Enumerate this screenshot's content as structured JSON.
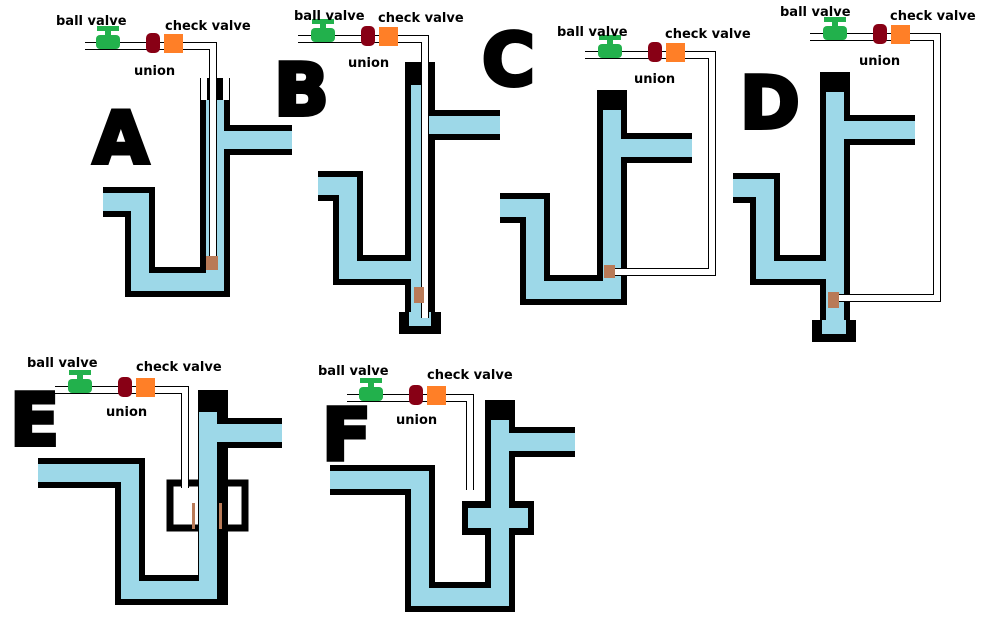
{
  "panels": [
    {
      "letter": "A",
      "ball_valve": "ball valve",
      "check_valve": "check valve",
      "union": "union"
    },
    {
      "letter": "B",
      "ball_valve": "ball valve",
      "check_valve": "check valve",
      "union": "union"
    },
    {
      "letter": "C",
      "ball_valve": "ball valve",
      "check_valve": "check valve",
      "union": "union"
    },
    {
      "letter": "D",
      "ball_valve": "ball valve",
      "check_valve": "check valve",
      "union": "union"
    },
    {
      "letter": "E",
      "ball_valve": "ball valve",
      "check_valve": "check valve",
      "union": "union"
    },
    {
      "letter": "F",
      "ball_valve": "ball valve",
      "check_valve": "check valve",
      "union": "union"
    }
  ],
  "colors": {
    "water": "#9dd8e8",
    "ball_valve": "#22b14c",
    "union": "#880015",
    "check_valve": "#ff7f27",
    "plug": "#b97a57"
  }
}
